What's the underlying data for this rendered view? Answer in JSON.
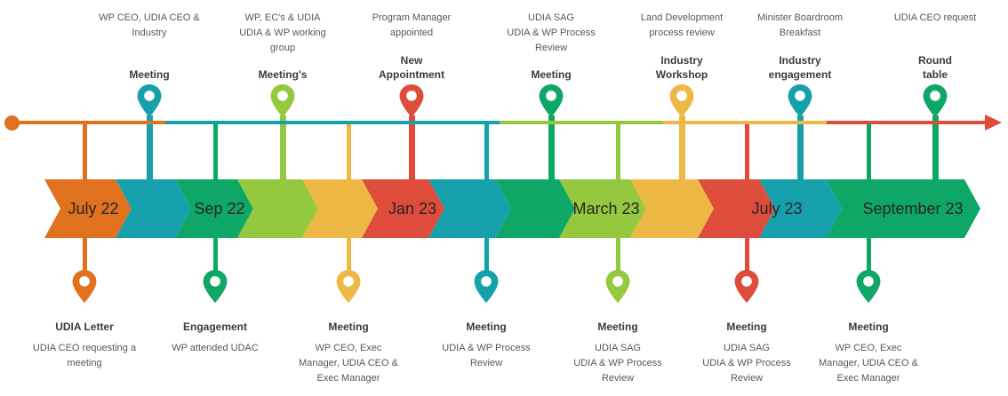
{
  "colors": {
    "orange": "#E0711E",
    "teal": "#16A0AC",
    "green": "#0FA765",
    "lime": "#94C83E",
    "yellow": "#EEB844",
    "red": "#DE4C3B",
    "band_label_text": "#262626",
    "title_text": "#3b3b3b",
    "detail_text": "#575757"
  },
  "axis": {
    "start_marker": "dot",
    "end_marker": "arrow",
    "segment_colors": [
      "orange",
      "teal",
      "lime",
      "yellow",
      "red"
    ]
  },
  "band": {
    "chevron_colors": [
      "orange",
      "teal",
      "green",
      "lime",
      "yellow",
      "red",
      "teal",
      "green",
      "lime",
      "yellow",
      "red",
      "teal",
      "green"
    ],
    "labels": [
      "July 22",
      "Sep 22",
      "Jan 23",
      "March 23",
      "July 23",
      "September 23"
    ]
  },
  "top_markers": [
    {
      "pin_color": "teal",
      "details": [
        "WP CEO, UDIA CEO &",
        "Industry"
      ],
      "title": [
        "Meeting"
      ]
    },
    {
      "pin_color": "lime",
      "details": [
        "WP, EC's & UDIA",
        "UDIA & WP working",
        "group"
      ],
      "title": [
        "Meeting's"
      ]
    },
    {
      "pin_color": "red",
      "details": [
        "Program Manager",
        "appointed"
      ],
      "title": [
        "New",
        "Appointment"
      ]
    },
    {
      "pin_color": "green",
      "details": [
        "UDIA SAG",
        "UDIA & WP Process",
        "Review"
      ],
      "title": [
        "Meeting"
      ]
    },
    {
      "pin_color": "yellow",
      "details": [
        "Land Development",
        "process review"
      ],
      "title": [
        "Industry",
        "Workshop"
      ]
    },
    {
      "pin_color": "teal",
      "details": [
        "Minister Boardroom",
        "Breakfast"
      ],
      "title": [
        "Industry",
        "engagement"
      ]
    },
    {
      "pin_color": "green",
      "details": [
        "UDIA CEO request"
      ],
      "title": [
        "Round",
        "table"
      ]
    }
  ],
  "bottom_markers": [
    {
      "pin_color": "orange",
      "title": "UDIA Letter",
      "details": [
        "UDIA CEO requesting a",
        "meeting"
      ]
    },
    {
      "pin_color": "green",
      "title": "Engagement",
      "details": [
        "WP attended UDAC"
      ]
    },
    {
      "pin_color": "yellow",
      "title": "Meeting",
      "details": [
        "WP CEO, Exec",
        "Manager, UDIA CEO &",
        "Exec Manager"
      ]
    },
    {
      "pin_color": "teal",
      "title": "Meeting",
      "details": [
        "UDIA & WP Process",
        "Review"
      ]
    },
    {
      "pin_color": "lime",
      "title": "Meeting",
      "details": [
        "UDIA SAG",
        "UDIA & WP Process",
        "Review"
      ]
    },
    {
      "pin_color": "red",
      "title": "Meeting",
      "details": [
        "UDIA SAG",
        "UDIA & WP Process",
        "Review"
      ]
    },
    {
      "pin_color": "green",
      "title": "Meeting",
      "details": [
        "WP CEO, Exec",
        "Manager, UDIA CEO &",
        "Exec Manager"
      ]
    }
  ]
}
